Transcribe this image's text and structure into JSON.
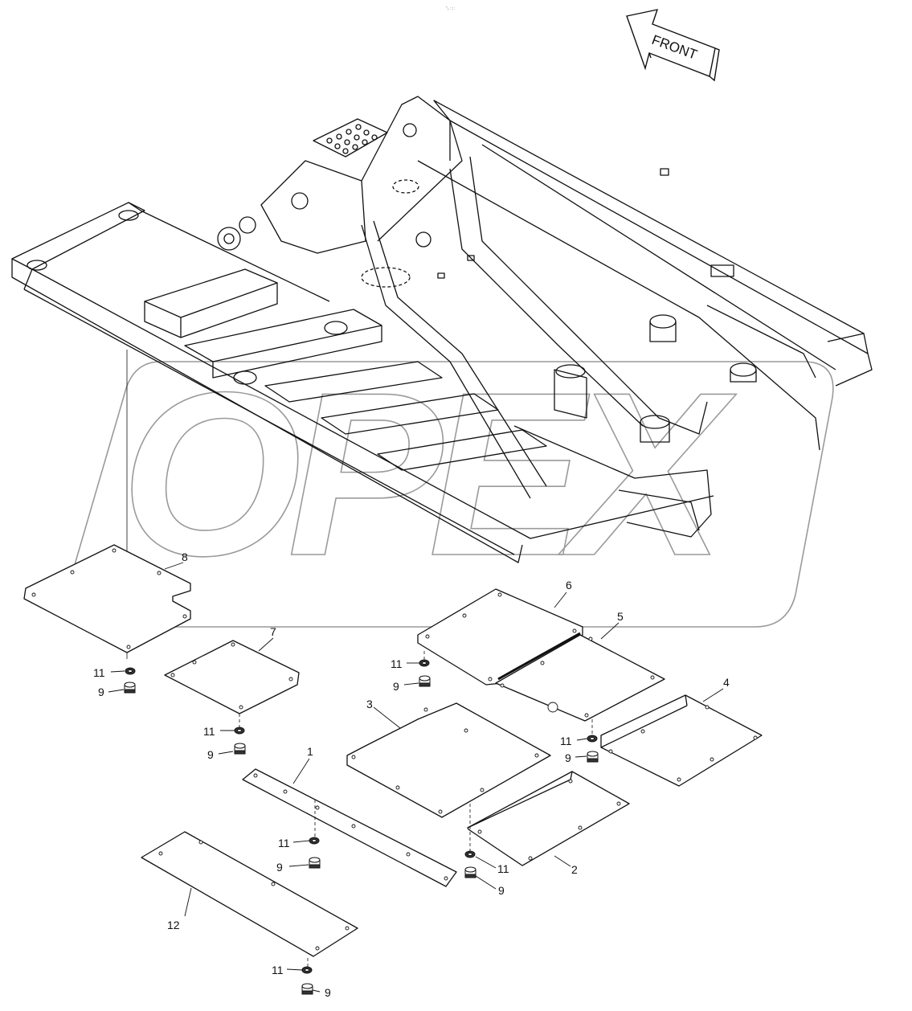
{
  "header": {
    "mark": "ˮ₂ ∷∷"
  },
  "front_arrow": {
    "label": "FRONT"
  },
  "watermark": {
    "text": "OPEX"
  },
  "callouts": [
    {
      "id": "c8",
      "text": "8"
    },
    {
      "id": "c7",
      "text": "7"
    },
    {
      "id": "c6",
      "text": "6"
    },
    {
      "id": "c5",
      "text": "5"
    },
    {
      "id": "c4",
      "text": "4"
    },
    {
      "id": "c3",
      "text": "3"
    },
    {
      "id": "c2",
      "text": "2"
    },
    {
      "id": "c1",
      "text": "1"
    },
    {
      "id": "c12",
      "text": "12"
    },
    {
      "id": "c11a",
      "text": "11"
    },
    {
      "id": "c9a",
      "text": "9"
    },
    {
      "id": "c11b",
      "text": "11"
    },
    {
      "id": "c9b",
      "text": "9"
    },
    {
      "id": "c11c",
      "text": "11"
    },
    {
      "id": "c9c",
      "text": "9"
    },
    {
      "id": "c11d",
      "text": "11"
    },
    {
      "id": "c9d",
      "text": "9"
    },
    {
      "id": "c11e",
      "text": "11"
    },
    {
      "id": "c9e",
      "text": "9"
    },
    {
      "id": "c11f",
      "text": "11"
    },
    {
      "id": "c9f",
      "text": "9"
    },
    {
      "id": "c11g",
      "text": "11"
    },
    {
      "id": "c9g",
      "text": "9"
    }
  ]
}
